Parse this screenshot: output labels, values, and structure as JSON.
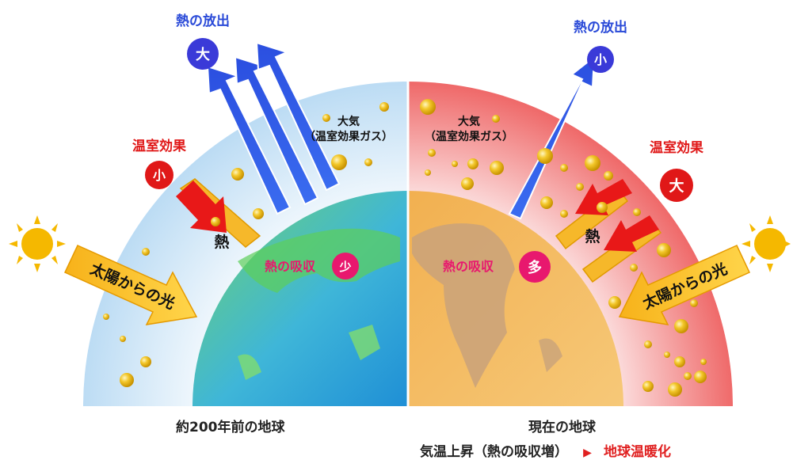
{
  "left": {
    "heat_release_label": "熱の放出",
    "heat_release_level": "大",
    "greenhouse_label": "温室効果",
    "greenhouse_level": "小",
    "heat_word": "熱",
    "atmosphere_line1": "大気",
    "atmosphere_line2": "（温室効果ガス）",
    "absorb_label": "熱の吸収",
    "absorb_level": "少",
    "sunlight_label": "太陽からの光",
    "caption": "約200年前の地球"
  },
  "right": {
    "heat_release_label": "熱の放出",
    "heat_release_level": "小",
    "greenhouse_label": "温室効果",
    "greenhouse_level": "大",
    "heat_word": "熱",
    "atmosphere_line1": "大気",
    "atmosphere_line2": "（温室効果ガス）",
    "absorb_label": "熱の吸収",
    "absorb_level": "多",
    "sunlight_label": "太陽からの光",
    "caption": "現在の地球"
  },
  "conclusion": {
    "cause": "気温上昇（熱の吸収増）",
    "arrow": "▶",
    "result": "地球温暖化"
  },
  "colors": {
    "blue_circle": "#3a3ad8",
    "red_circle": "#e01818",
    "pink_circle": "#e8186e",
    "red_text": "#e01818",
    "blue_text": "#2a4ad8",
    "pink_text": "#e8186e",
    "sun": "#f5b800",
    "cool_atmosphere": "#cfe6f7",
    "warm_atmosphere": "#f07070"
  }
}
